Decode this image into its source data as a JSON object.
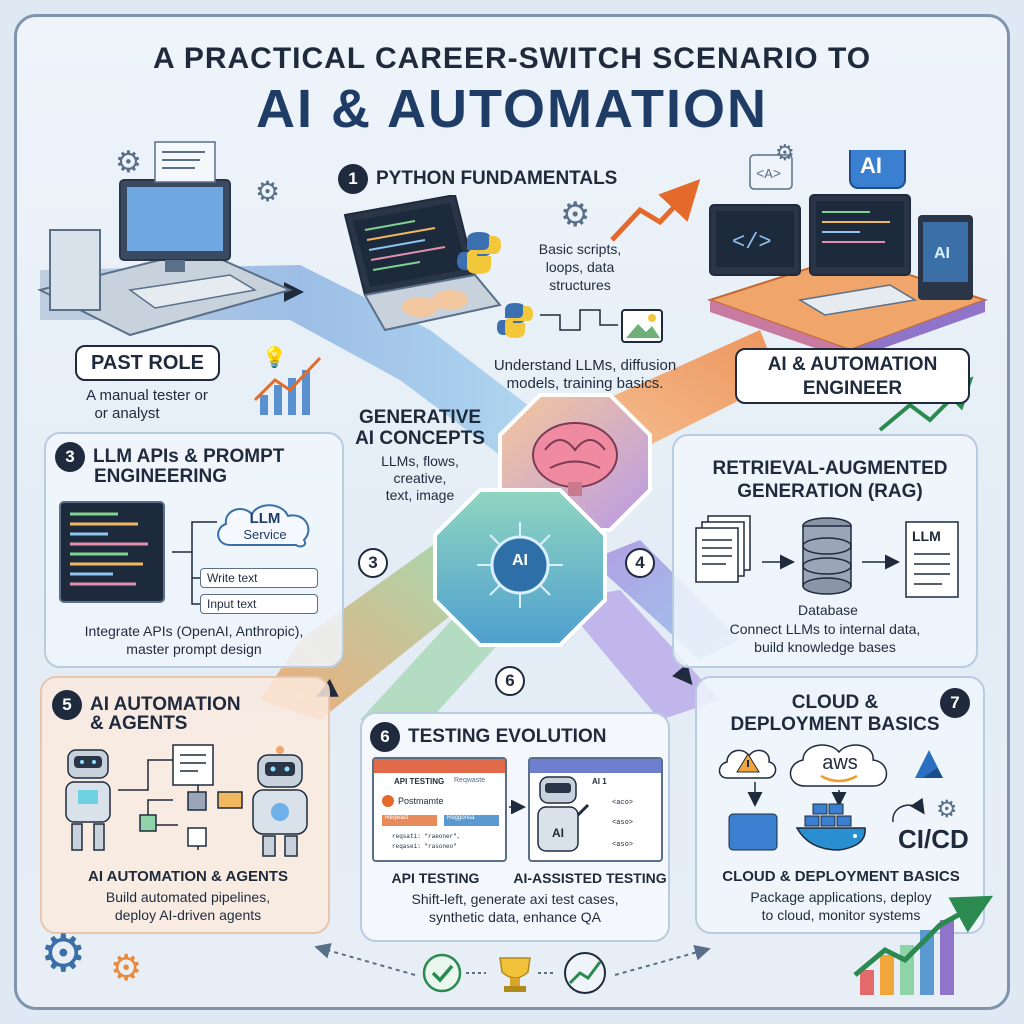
{
  "title": {
    "line1": "A PRACTICAL CAREER-SWITCH SCENARIO TO",
    "line2": "AI & AUTOMATION"
  },
  "past_role": {
    "label": "PAST ROLE",
    "desc_line1": "A manual tester or",
    "desc_line2": "or analyst"
  },
  "destination": {
    "label_line1": "AI & AUTOMATION",
    "label_line2": "ENGINEER"
  },
  "stage1": {
    "number": "1",
    "title": "PYTHON FUNDAMENTALS",
    "note_line1": "Basic scripts,",
    "note_line2": "loops, data",
    "note_line3": "structures",
    "desc_line1": "Understand LLMs, diffusion",
    "desc_line2": "models, training basics."
  },
  "generative": {
    "title_line1": "GENERATIVE",
    "title_line2": "AI CONCEPTS",
    "desc_line1": "LLMs, flows,",
    "desc_line2": "creative,",
    "desc_line3": "text, image"
  },
  "stage3": {
    "number": "3",
    "title_line1": "LLM APIs & PROMPT",
    "title_line2": "ENGINEERING",
    "service_line1": "LLM",
    "service_line2": "Service",
    "box1": "Write text",
    "box2": "Input text",
    "desc_line1": "Integrate APIs (OpenAI, Anthropic),",
    "desc_line2": "master prompt design"
  },
  "hub": {
    "label": "AI",
    "num_left": "3",
    "num_right": "4",
    "num_bottom": "6"
  },
  "rag": {
    "title_line1": "RETRIEVAL-AUGMENTED",
    "title_line2": "GENERATION (RAG)",
    "llm_doc": "LLM",
    "db_label": "Database",
    "desc_line1": "Connect LLMs to internal data,",
    "desc_line2": "build knowledge bases"
  },
  "stage5": {
    "number": "5",
    "title_line1": "AI AUTOMATION",
    "title_line2": "& AGENTS",
    "subtitle": "AI AUTOMATION & AGENTS",
    "desc_line1": "Build automated pipelines,",
    "desc_line2": "deploy AI-driven agents"
  },
  "stage6": {
    "number": "6",
    "title": "TESTING EVOLUTION",
    "screen1_title": "API TESTING",
    "screen1_tab": "Reqwaste",
    "screen1_app": "Postmamte",
    "screen1_req": "Reqwast",
    "screen1_res": "Reggonsa",
    "screen1_code1": "reqsati: \"raeoner\",",
    "screen1_code2": "reqasei: \"rasoneo\"",
    "screen2_title": "AI 1",
    "screen2_code1": "<aco>",
    "screen2_code2": "<aso>",
    "screen2_code3": "<aso>",
    "robot_label": "AI",
    "label_api": "API TESTING",
    "label_ai": "AI-ASSISTED TESTING",
    "desc_line1": "Shift-left, generate axi test cases,",
    "desc_line2": "synthetic data, enhance QA"
  },
  "stage7": {
    "number": "7",
    "title_line1": "CLOUD &",
    "title_line2": "DEPLOYMENT BASICS",
    "aws": "aws",
    "cicd": "CI/CD",
    "subtitle": "CLOUD & DEPLOYMENT BASICS",
    "desc_line1": "Package applications, deploy",
    "desc_line2": "to cloud, monitor systems"
  },
  "colors": {
    "dark": "#1f2b3d",
    "navy": "#1f3c66",
    "road_blue": "#8fb5e3",
    "road_orange": "#f2a56a",
    "road_purple": "#a98fe0",
    "road_green": "#8fd3a8",
    "hub_green": "#6fc3a0"
  }
}
